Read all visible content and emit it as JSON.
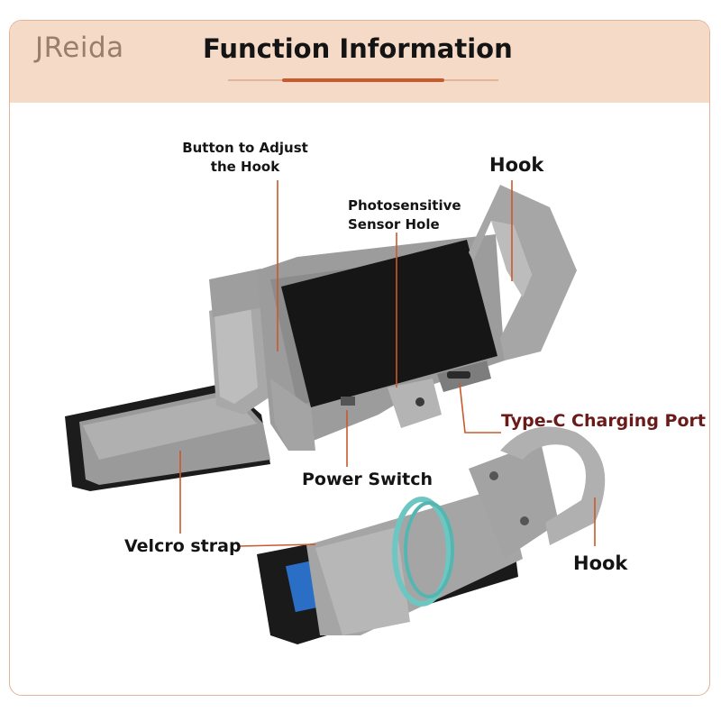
{
  "header": {
    "brand": "JReida",
    "title": "Function Information"
  },
  "labels": {
    "button_adjust_line1": "Button to Adjust",
    "button_adjust_line2": "the Hook",
    "photosensitive_line1": "Photosensitive",
    "photosensitive_line2": "Sensor Hole",
    "hook_top": "Hook",
    "type_c": "Type-C Charging Port",
    "power_switch": "Power Switch",
    "velcro": "Velcro strap",
    "hook_bottom": "Hook"
  },
  "colors": {
    "header_bg": "#f6dac8",
    "frame_border": "#e2b597",
    "accent": "#c85a2c",
    "leader_line": "#c85a2c",
    "type_c_text": "#6b1a1a"
  }
}
